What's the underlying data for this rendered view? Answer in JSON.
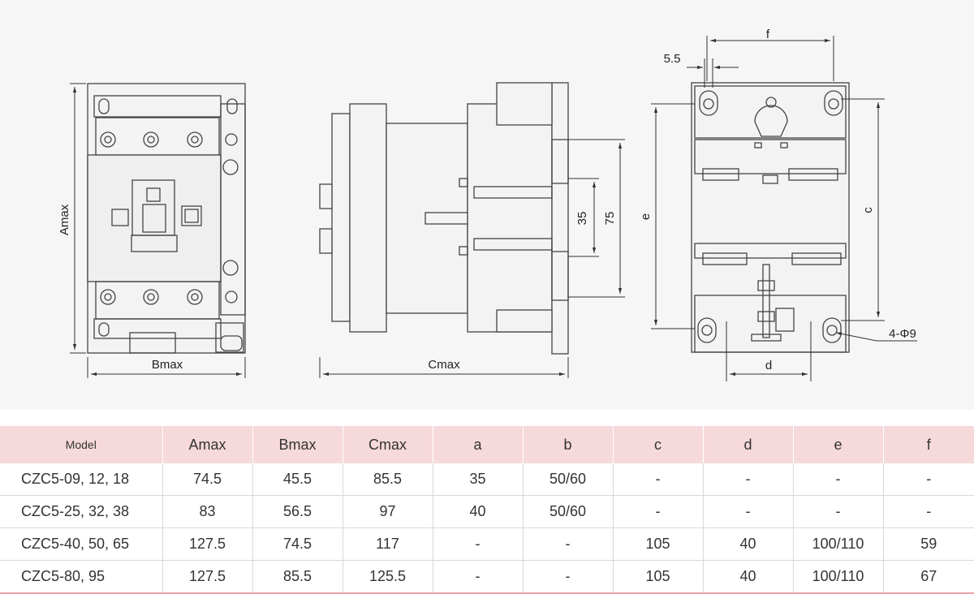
{
  "drawing": {
    "labels": {
      "amax": "Amax",
      "bmax": "Bmax",
      "cmax": "Cmax",
      "dim_35": "35",
      "dim_75": "75",
      "dim_5_5": "5.5",
      "dim_f": "f",
      "dim_e": "e",
      "dim_c": "c",
      "dim_d": "d",
      "holes": "4-Φ9"
    }
  },
  "table": {
    "headers": [
      "Model",
      "Amax",
      "Bmax",
      "Cmax",
      "a",
      "b",
      "c",
      "d",
      "e",
      "f"
    ],
    "rows": [
      [
        "CZC5-09, 12, 18",
        "74.5",
        "45.5",
        "85.5",
        "35",
        "50/60",
        "-",
        "-",
        "-",
        "-"
      ],
      [
        "CZC5-25, 32, 38",
        "83",
        "56.5",
        "97",
        "40",
        "50/60",
        "-",
        "-",
        "-",
        "-"
      ],
      [
        "CZC5-40, 50, 65",
        "127.5",
        "74.5",
        "117",
        "-",
        "-",
        "105",
        "40",
        "100/110",
        "59"
      ],
      [
        "CZC5-80, 95",
        "127.5",
        "85.5",
        "125.5",
        "-",
        "-",
        "105",
        "40",
        "100/110",
        "67"
      ]
    ]
  },
  "colors": {
    "header_bg": "#f6d9da",
    "drawing_bg": "#f6f6f6",
    "accent_line": "#e9a3a6"
  }
}
